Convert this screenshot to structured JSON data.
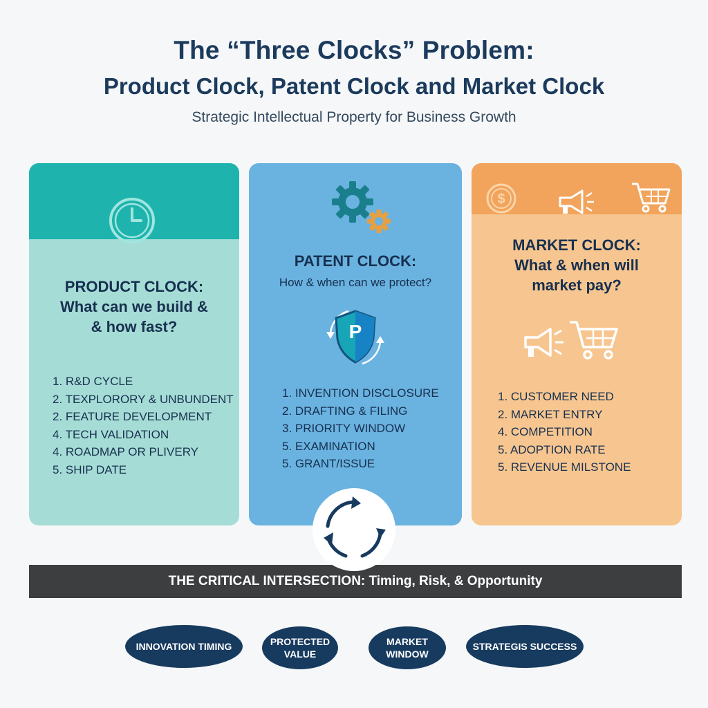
{
  "header": {
    "title_line1": "The “Three Clocks” Problem:",
    "title_line2": "Product Clock, Patent Clock and Market Clock",
    "subtitle": "Strategic Intellectual Property for Business Growth"
  },
  "panels": {
    "product": {
      "title": "PRODUCT CLOCK:",
      "question_line1": "What can we build &",
      "question_line2": "& how fast?",
      "items": [
        "1. R&D CYCLE",
        "2. TEXPLORORY & UNBUNDENT",
        "2. FEATURE DEVELOPMENT",
        "4. TECH VALIDATION",
        "4. ROADMAP OR PLIVERY",
        "5. SHIP DATE"
      ],
      "color": "#a6dcd6",
      "band_color": "#1fb3ad",
      "icons": [
        "clock-icon"
      ]
    },
    "patent": {
      "title": "PATENT CLOCK:",
      "question": "How & when can we protect?",
      "shield_letter": "P",
      "items": [
        "1. INVENTION DISCLOSURE",
        "2. DRAFTING & FILING",
        "3. PRIORITY WINDOW",
        "5. EXAMINATION",
        "5. GRANT/ISSUE"
      ],
      "color": "#6ab2e0",
      "icons": [
        "gears-icon",
        "shield-icon"
      ]
    },
    "market": {
      "title": "MARKET CLOCK:",
      "question_line1": "What & when will",
      "question_line2": "market pay?",
      "items": [
        "1. CUSTOMER NEED",
        "2. MARKET ENTRY",
        "4. COMPETITION",
        "5. ADOPTION RATE",
        "5. REVENUE MILSTONE"
      ],
      "color": "#f7c690",
      "band_color": "#f2a45c",
      "icons": [
        "dollar-coin-icon",
        "megaphone-icon",
        "shopping-cart-icon"
      ]
    }
  },
  "intersection": {
    "label": "THE CRITICAL INTERSECTION: Timing, Risk, & Opportunity",
    "icon": "cycle-arrows-icon"
  },
  "outcomes": [
    {
      "line1": "INNOVATION TIMING",
      "line2": ""
    },
    {
      "line1": "PROTECTED",
      "line2": "VALUE"
    },
    {
      "line1": "MARKET",
      "line2": "WINDOW"
    },
    {
      "line1": "STRATEGIS SUCCESS",
      "line2": ""
    }
  ],
  "colors": {
    "title": "#1b3a5c",
    "bar": "#3c3e40",
    "pill": "#173a5f"
  }
}
